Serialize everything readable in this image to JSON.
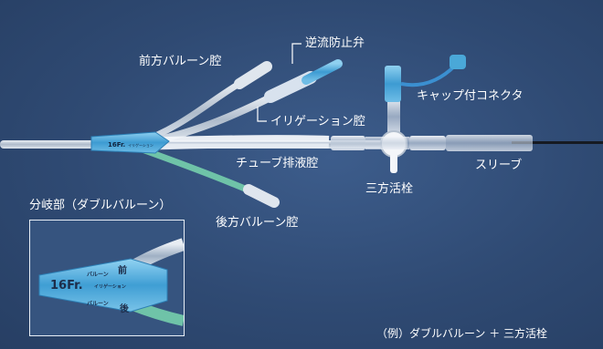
{
  "labels": {
    "front_balloon": "前方バルーン腔",
    "check_valve": "逆流防止弁",
    "irrigation": "イリゲーション腔",
    "cap_connector": "キャップ付コネクタ",
    "tube_drain": "チューブ排液腔",
    "three_way": "三方活栓",
    "sleeve": "スリーブ",
    "rear_balloon": "後方バルーン腔",
    "branch_title": "分岐部（ダブルバルーン）",
    "caption": "（例）ダブルバルーン ＋ 三方活栓"
  },
  "hub_text": {
    "size": "16Fr.",
    "irrigation_small": "イリゲーション"
  },
  "inset_text": {
    "balloon_small": "バルーン",
    "front_char": "前",
    "size": "16Fr.",
    "irrigation_small": "イリゲーション",
    "rear_balloon_small": "バルーン",
    "rear_char": "後"
  },
  "colors": {
    "background": "#2f4a73",
    "hub_blue": "#4aa8d8",
    "connector_blue": "#3b8fd0",
    "rear_green": "#6fc3a8",
    "label_white": "#ffffff"
  }
}
